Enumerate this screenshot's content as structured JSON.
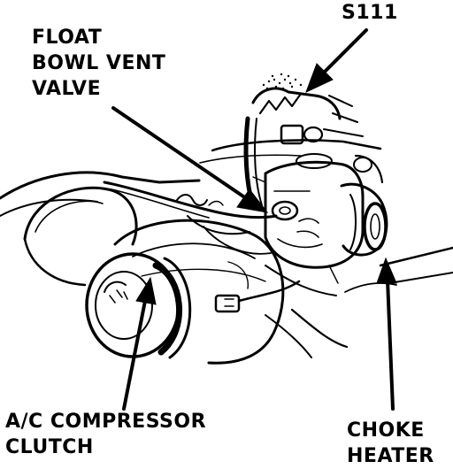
{
  "labels": {
    "float_bowl_vent_valve": [
      "FLOAT",
      "BOWL VENT",
      "VALVE"
    ],
    "s111": "S111",
    "ac_compressor_clutch": [
      "A/C COMPRESSOR",
      "CLUTCH"
    ],
    "choke_heater": [
      "CHOKE",
      "HEATER"
    ]
  },
  "colors": {
    "ink": "#000000",
    "paper": "#ffffff"
  }
}
